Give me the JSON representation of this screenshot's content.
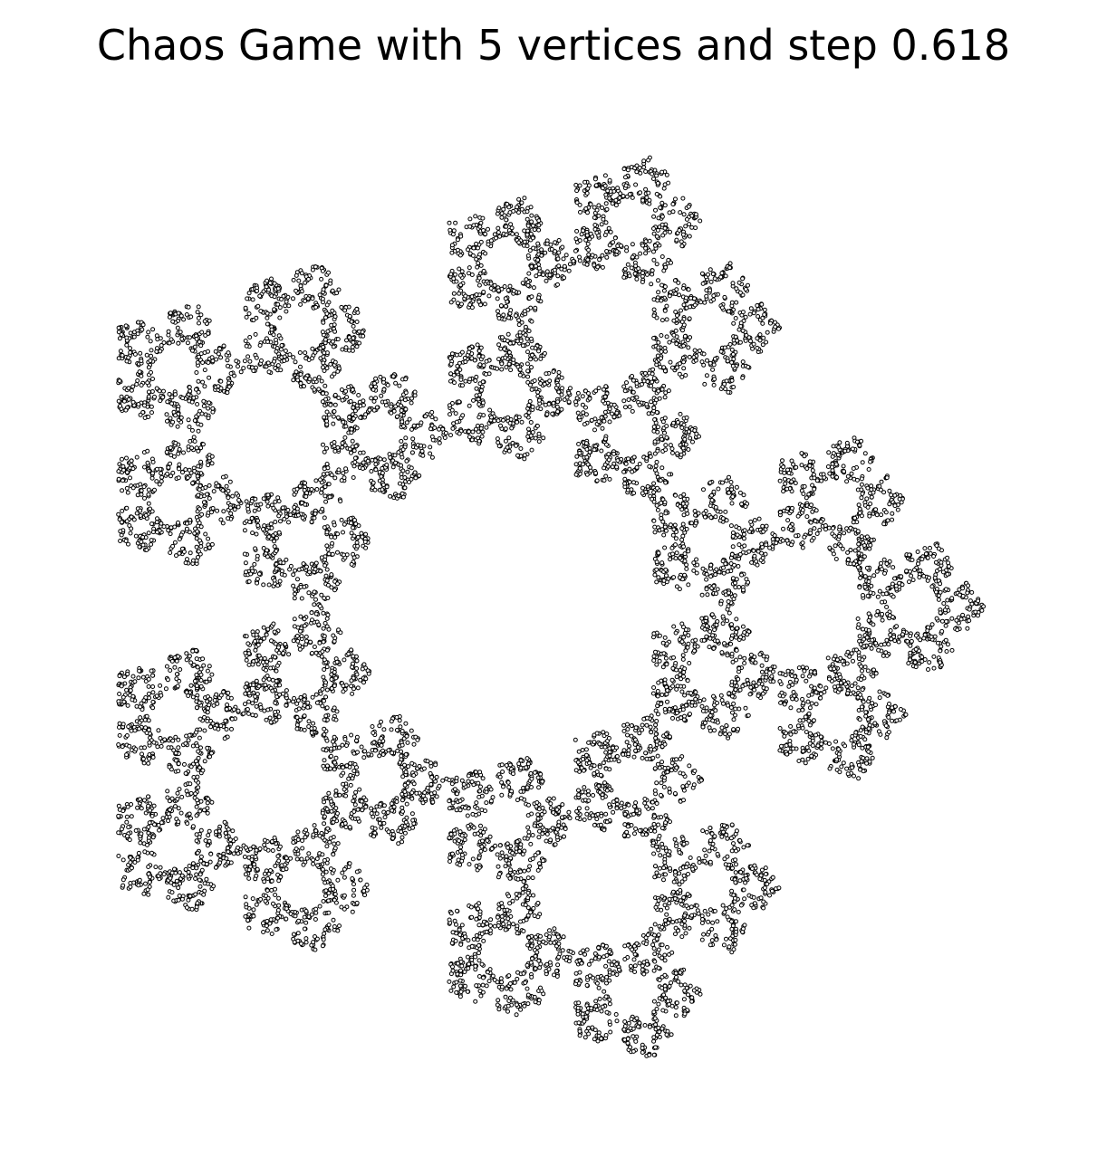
{
  "chart_data": {
    "type": "scatter",
    "title": "Chaos Game with 5 vertices and step 0.618",
    "xlabel": "",
    "ylabel": "",
    "axes_visible": false,
    "grid": false,
    "legend": "none",
    "aspect": "equal",
    "num_vertices": 5,
    "step": 0.618,
    "vertices": [
      {
        "x": 1.0,
        "y": 0.0
      },
      {
        "x": 0.309,
        "y": 0.951
      },
      {
        "x": -0.809,
        "y": 0.588
      },
      {
        "x": -0.809,
        "y": -0.588
      },
      {
        "x": 0.309,
        "y": -0.951
      }
    ],
    "xlim": [
      -0.85,
      1.05
    ],
    "ylim": [
      -1.0,
      1.0
    ],
    "point_count": 10000,
    "marker": "circle",
    "marker_face_color": "#ffffff",
    "marker_edge_color": "#000000"
  }
}
